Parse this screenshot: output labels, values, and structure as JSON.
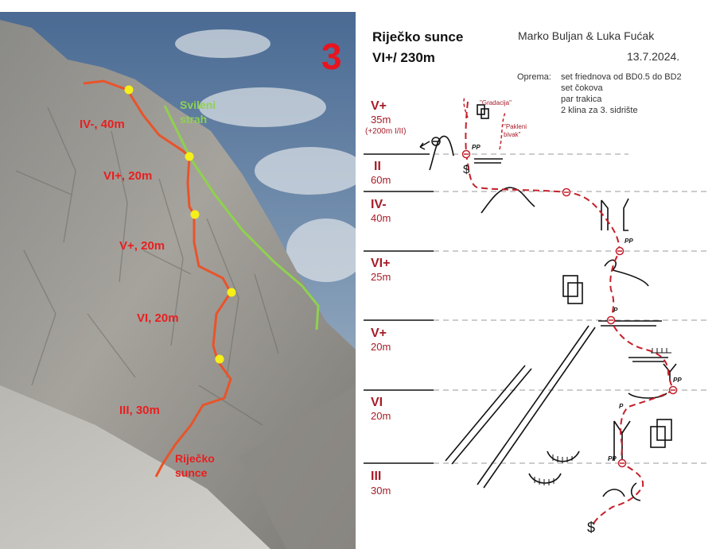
{
  "photo": {
    "topo_number": "3",
    "route_labels": [
      {
        "text": "IV-, 40m"
      },
      {
        "text": "VI+, 20m"
      },
      {
        "text": "V+, 20m"
      },
      {
        "text": "VI, 20m"
      },
      {
        "text": "III, 30m"
      }
    ],
    "route_name_lines": [
      "Riječko",
      "sunce"
    ],
    "neighbor_route_lines": [
      "Svileni",
      "strah"
    ],
    "colors": {
      "route": "#e8542a",
      "neighbor": "#8fd14f",
      "belay": "#f5ef1a",
      "label": "#e81f1f",
      "number": "#e8141e"
    }
  },
  "topo": {
    "route_name": "Riječko sunce",
    "grade_length": "VI+/ 230m",
    "authors": "Marko Buljan & Luka Fućak",
    "date": "13.7.2024.",
    "gear_label": "Oprema:",
    "gear_lines": [
      "set friednova od BD0.5 do BD2",
      "set čokova",
      "par trakica",
      "2 klina za 3. sidrište"
    ],
    "pitches": [
      {
        "grade": "V+",
        "length": "35m",
        "note": "(+200m I/II)"
      },
      {
        "grade": "II",
        "length": "60m",
        "note": ""
      },
      {
        "grade": "IV-",
        "length": "40m",
        "note": ""
      },
      {
        "grade": "VI+",
        "length": "25m",
        "note": ""
      },
      {
        "grade": "V+",
        "length": "20m",
        "note": ""
      },
      {
        "grade": "VI",
        "length": "20m",
        "note": ""
      },
      {
        "grade": "III",
        "length": "30m",
        "note": ""
      }
    ],
    "exit_labels": [
      "\"Gradacija\"",
      "\"Pakleni",
      "bivak\""
    ],
    "anchor_labels": [
      "PP",
      "PP",
      "P",
      "PP",
      "P",
      "PP"
    ],
    "colors": {
      "route": "#c4202a",
      "grade": "#a51c28",
      "text": "#222222"
    }
  }
}
